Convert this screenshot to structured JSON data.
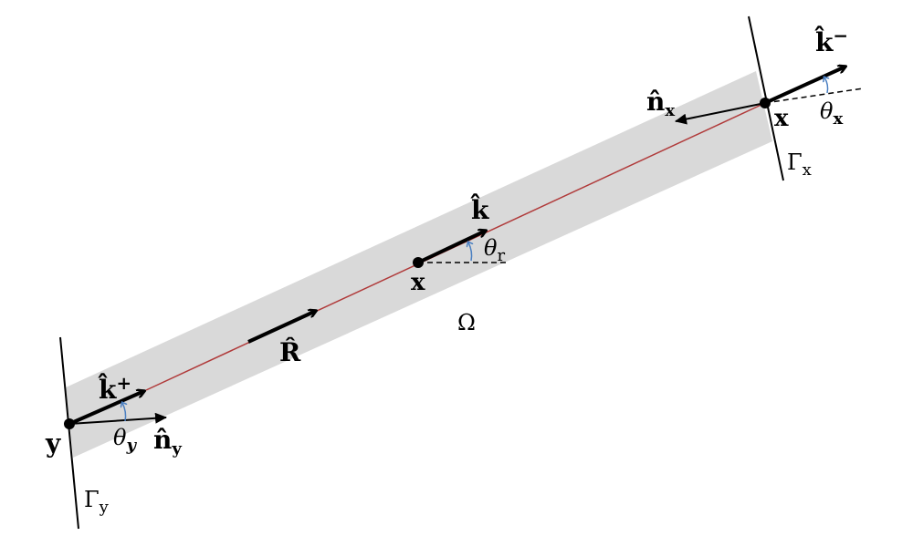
{
  "labels": {
    "k_plus": "k̂",
    "k_plus_sup": "+",
    "n_y": "n̂",
    "n_y_sub": "y",
    "theta_y": "θ",
    "theta_y_sub": "y",
    "y_point": "y",
    "gamma_y": "Γ",
    "gamma_y_sub": "y",
    "R_hat": "R̂",
    "x_mid": "x",
    "k_mid": "k̂",
    "theta_r": "θ",
    "theta_r_sub": "r",
    "omega": "Ω",
    "n_x": "n̂",
    "n_x_sub": "x",
    "x_right": "x",
    "k_minus": "k̂",
    "k_minus_sup": "−",
    "theta_x": "θ",
    "theta_x_sub": "x",
    "gamma_x": "Γ",
    "gamma_x_sub": "x"
  },
  "colors": {
    "band": "#d9d9d9",
    "ray": "#b03a3a",
    "angle_arc": "#4a7fc1"
  }
}
